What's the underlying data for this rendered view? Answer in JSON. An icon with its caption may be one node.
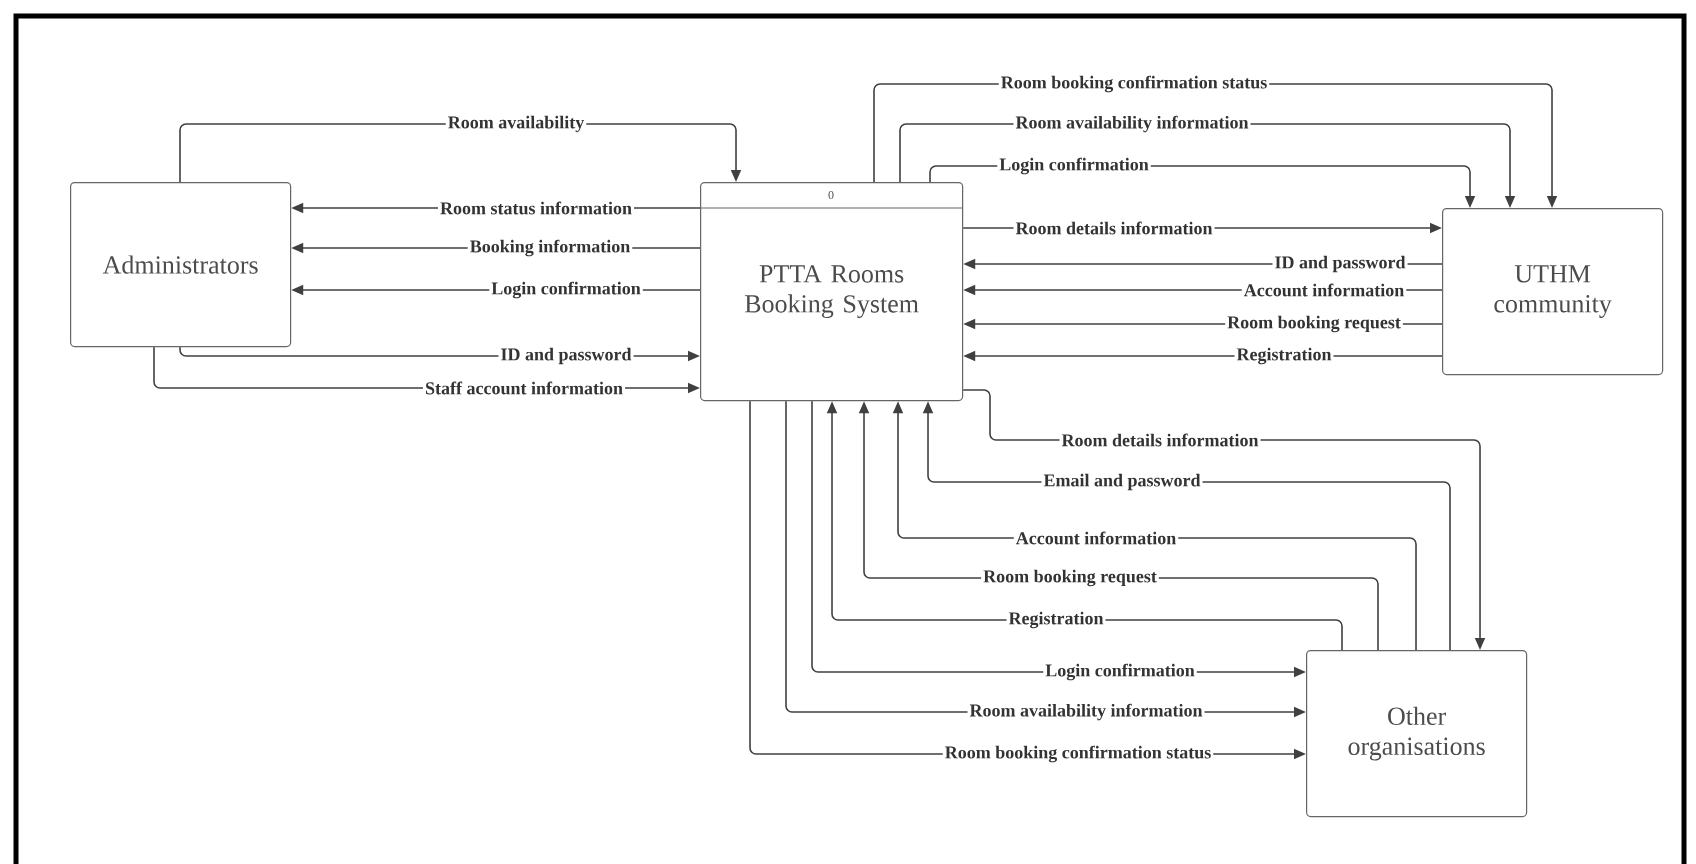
{
  "diagram": {
    "nodes": [
      {
        "text": [
          "Administrators"
        ]
      },
      {
        "text": [
          "0",
          "PTTA Rooms Booking System"
        ]
      },
      {
        "text": [
          "UTHM community"
        ]
      },
      {
        "text": [
          "Other organisations"
        ]
      }
    ],
    "edges": [
      {
        "from": 0,
        "to": 1,
        "arrow": "to",
        "label": "Room availability"
      },
      {
        "from": 1,
        "to": 0,
        "arrow": "to",
        "label": "Room status information"
      },
      {
        "from": 1,
        "to": 0,
        "arrow": "to",
        "label": "Booking information"
      },
      {
        "from": 1,
        "to": 0,
        "arrow": "to",
        "label": "Login confirmation"
      },
      {
        "from": 0,
        "to": 1,
        "arrow": "to",
        "label": "ID and password"
      },
      {
        "from": 0,
        "to": 1,
        "arrow": "to",
        "label": "Staff account information"
      },
      {
        "from": 1,
        "to": 2,
        "arrow": "to",
        "label": "Room booking confirmation status"
      },
      {
        "from": 1,
        "to": 2,
        "arrow": "to",
        "label": "Room availability information"
      },
      {
        "from": 1,
        "to": 2,
        "arrow": "to",
        "label": "Login confirmation"
      },
      {
        "from": 1,
        "to": 2,
        "arrow": "to",
        "label": "Room details information"
      },
      {
        "from": 2,
        "to": 1,
        "arrow": "to",
        "label": "ID and password"
      },
      {
        "from": 2,
        "to": 1,
        "arrow": "to",
        "label": "Account information"
      },
      {
        "from": 2,
        "to": 1,
        "arrow": "to",
        "label": "Room booking request"
      },
      {
        "from": 2,
        "to": 1,
        "arrow": "to",
        "label": "Registration"
      },
      {
        "from": 1,
        "to": 3,
        "arrow": "to",
        "label": "Room details information"
      },
      {
        "from": 3,
        "to": 1,
        "arrow": "to",
        "label": "Email and password"
      },
      {
        "from": 3,
        "to": 1,
        "arrow": "to",
        "label": "Account information"
      },
      {
        "from": 3,
        "to": 1,
        "arrow": "to",
        "label": "Room booking request"
      },
      {
        "from": 3,
        "to": 1,
        "arrow": "to",
        "label": "Registration"
      },
      {
        "from": 1,
        "to": 3,
        "arrow": "to",
        "label": "Login confirmation"
      },
      {
        "from": 1,
        "to": 3,
        "arrow": "to",
        "label": "Room availability information"
      },
      {
        "from": 1,
        "to": 3,
        "arrow": "to",
        "label": "Room booking confirmation status"
      }
    ]
  }
}
